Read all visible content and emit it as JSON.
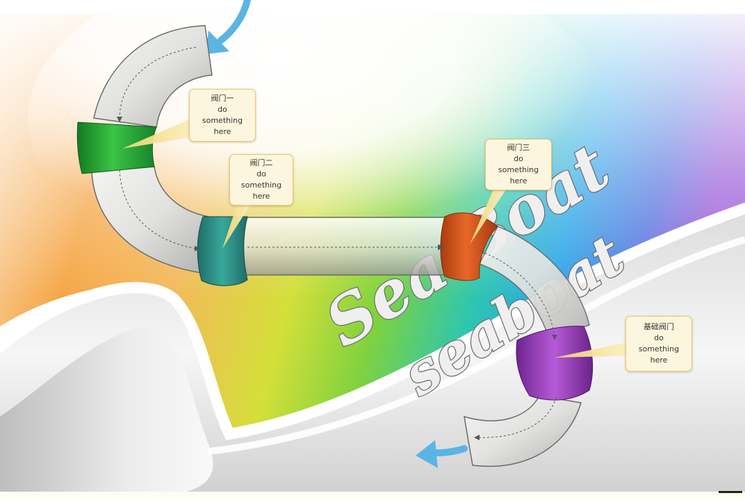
{
  "watermark": {
    "line1": "Sea Boat",
    "line2": "seaboat"
  },
  "colors": {
    "valve_1": "#2aa03a",
    "valve_2": "#2a8f86",
    "valve_3": "#d2541c",
    "valve_base": "#9a3ec0",
    "arrow": "#5ab4e4",
    "callout_fill": "#fdf6de",
    "callout_border": "#e6c873"
  },
  "callouts": [
    {
      "title": "阀门一",
      "l1": "do",
      "l2": "something",
      "l3": "here"
    },
    {
      "title": "阀门二",
      "l1": "do",
      "l2": "something",
      "l3": "here"
    },
    {
      "title": "阀门三",
      "l1": "do",
      "l2": "something",
      "l3": "here"
    },
    {
      "title": "基础阀门",
      "l1": "do",
      "l2": "something",
      "l3": "here"
    }
  ]
}
